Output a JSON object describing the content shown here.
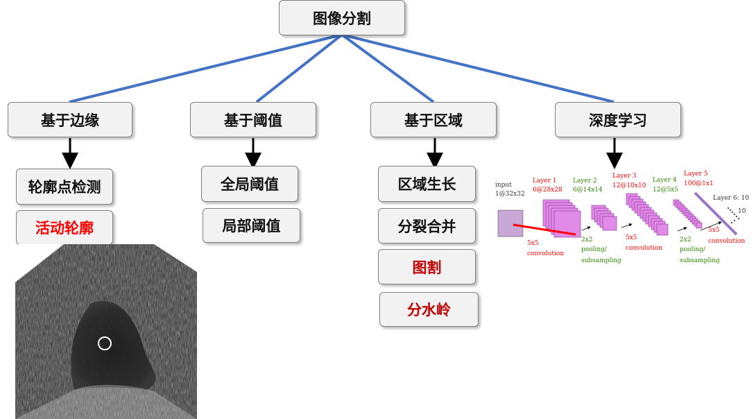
{
  "root": {
    "label": "图像分割"
  },
  "categories": [
    {
      "label": "基于边缘",
      "methods": [
        "轮廓点检测",
        "活动轮廓"
      ]
    },
    {
      "label": "基于阈值",
      "methods": [
        "全局阈值",
        "局部阈值"
      ]
    },
    {
      "label": "基于区域",
      "methods": [
        "区域生长",
        "分裂合并",
        "图割",
        "分水岭"
      ]
    },
    {
      "label": "深度学习",
      "methods": []
    }
  ],
  "cnn": {
    "input": {
      "name": "input",
      "size": "1@32x32"
    },
    "layer1": {
      "name": "Layer 1",
      "size": "6@28x28"
    },
    "layer2": {
      "name": "Layer 2",
      "size": "6@14x14"
    },
    "layer3": {
      "name": "Layer 3",
      "size": "12@10x10"
    },
    "layer4": {
      "name": "Layer 4",
      "size": "12@5x5"
    },
    "layer5": {
      "name": "Layer 5",
      "size": "100@1x1"
    },
    "layer6": {
      "name": "Layer 6: 10",
      "size": "10"
    },
    "op1": {
      "k": "5x5",
      "name": "convolution"
    },
    "op2": {
      "k": "2x2",
      "name": "pooling/",
      "name2": "subsampling"
    },
    "op3": {
      "k": "5x5",
      "name": "convolution"
    },
    "op4": {
      "k": "2x2",
      "name": "pooling/",
      "name2": "subsampling"
    },
    "op5": {
      "k": "5x5",
      "name": "convolution"
    }
  },
  "colors": {
    "connector": "#4472c4",
    "box_fill": "#f2f2f2",
    "highlight_red": "#ff0000",
    "cnn_red": "#ff0000",
    "cnn_green": "#2e8b00",
    "cnn_magenta": "#d36ae0"
  }
}
